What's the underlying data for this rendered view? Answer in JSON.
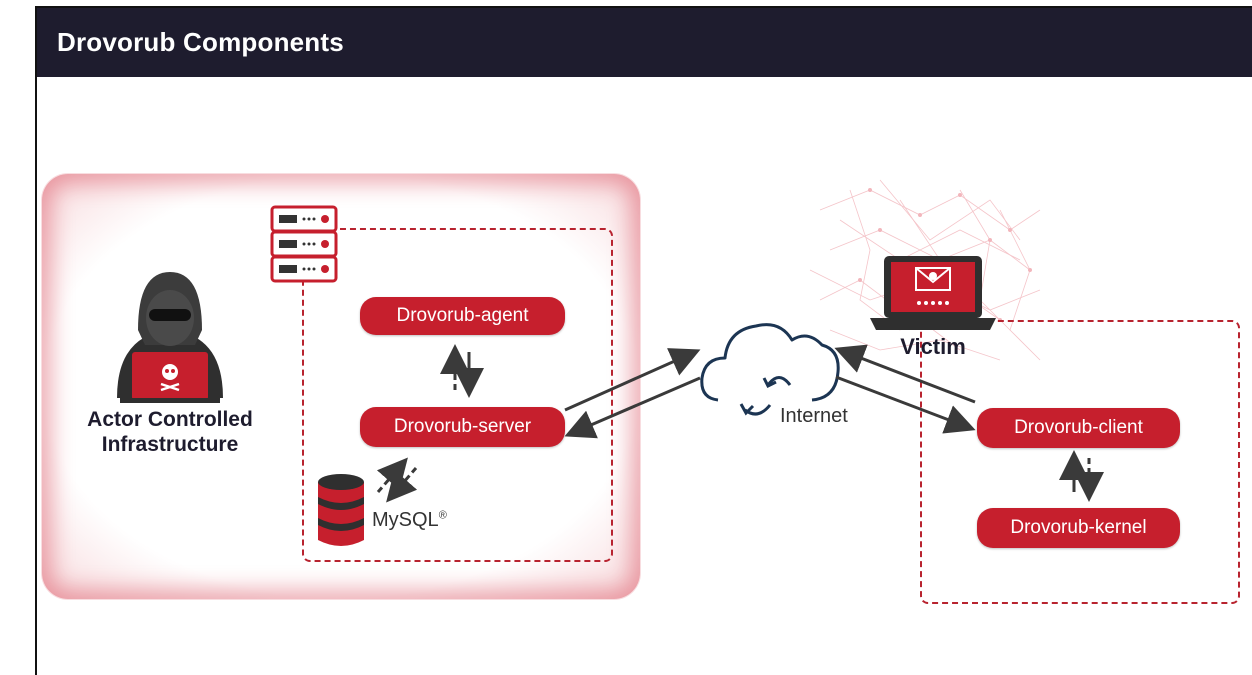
{
  "header": {
    "title": "Drovorub Components"
  },
  "actor": {
    "label_line1": "Actor Controlled",
    "label_line2": "Infrastructure"
  },
  "components": {
    "agent": "Drovorub-agent",
    "server": "Drovorub-server",
    "client": "Drovorub-client",
    "kernel": "Drovorub-kernel"
  },
  "database": {
    "label": "MySQL",
    "mark": "®"
  },
  "network": {
    "label": "Internet"
  },
  "victim": {
    "label": "Victim"
  },
  "colors": {
    "accent": "#c61f2d",
    "header_bg": "#1e1c2e",
    "arrow": "#3a3a3a"
  }
}
